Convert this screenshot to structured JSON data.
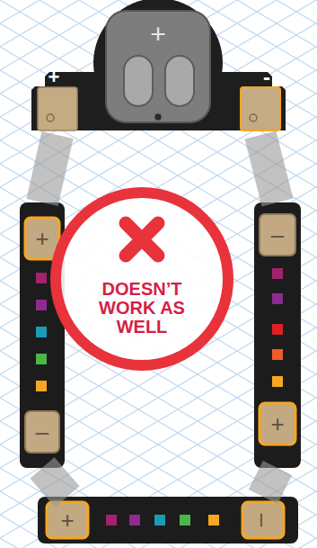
{
  "diagram": {
    "nodes": [
      {
        "text": [
          "+",
          "+",
          "-"
        ]
      },
      {
        "text": [
          "+",
          "–"
        ]
      },
      {
        "text": [
          "DOESN’T WORK AS WELL"
        ]
      },
      {
        "text": [
          "–",
          "+"
        ]
      },
      {
        "text": [
          "+",
          "–"
        ]
      }
    ],
    "edges": [
      {
        "from": 0,
        "to": 1,
        "arrow": "none"
      },
      {
        "from": 0,
        "to": 3,
        "arrow": "none"
      },
      {
        "from": 1,
        "to": 4,
        "arrow": "none"
      },
      {
        "from": 4,
        "to": 3,
        "arrow": "none"
      }
    ]
  }
}
